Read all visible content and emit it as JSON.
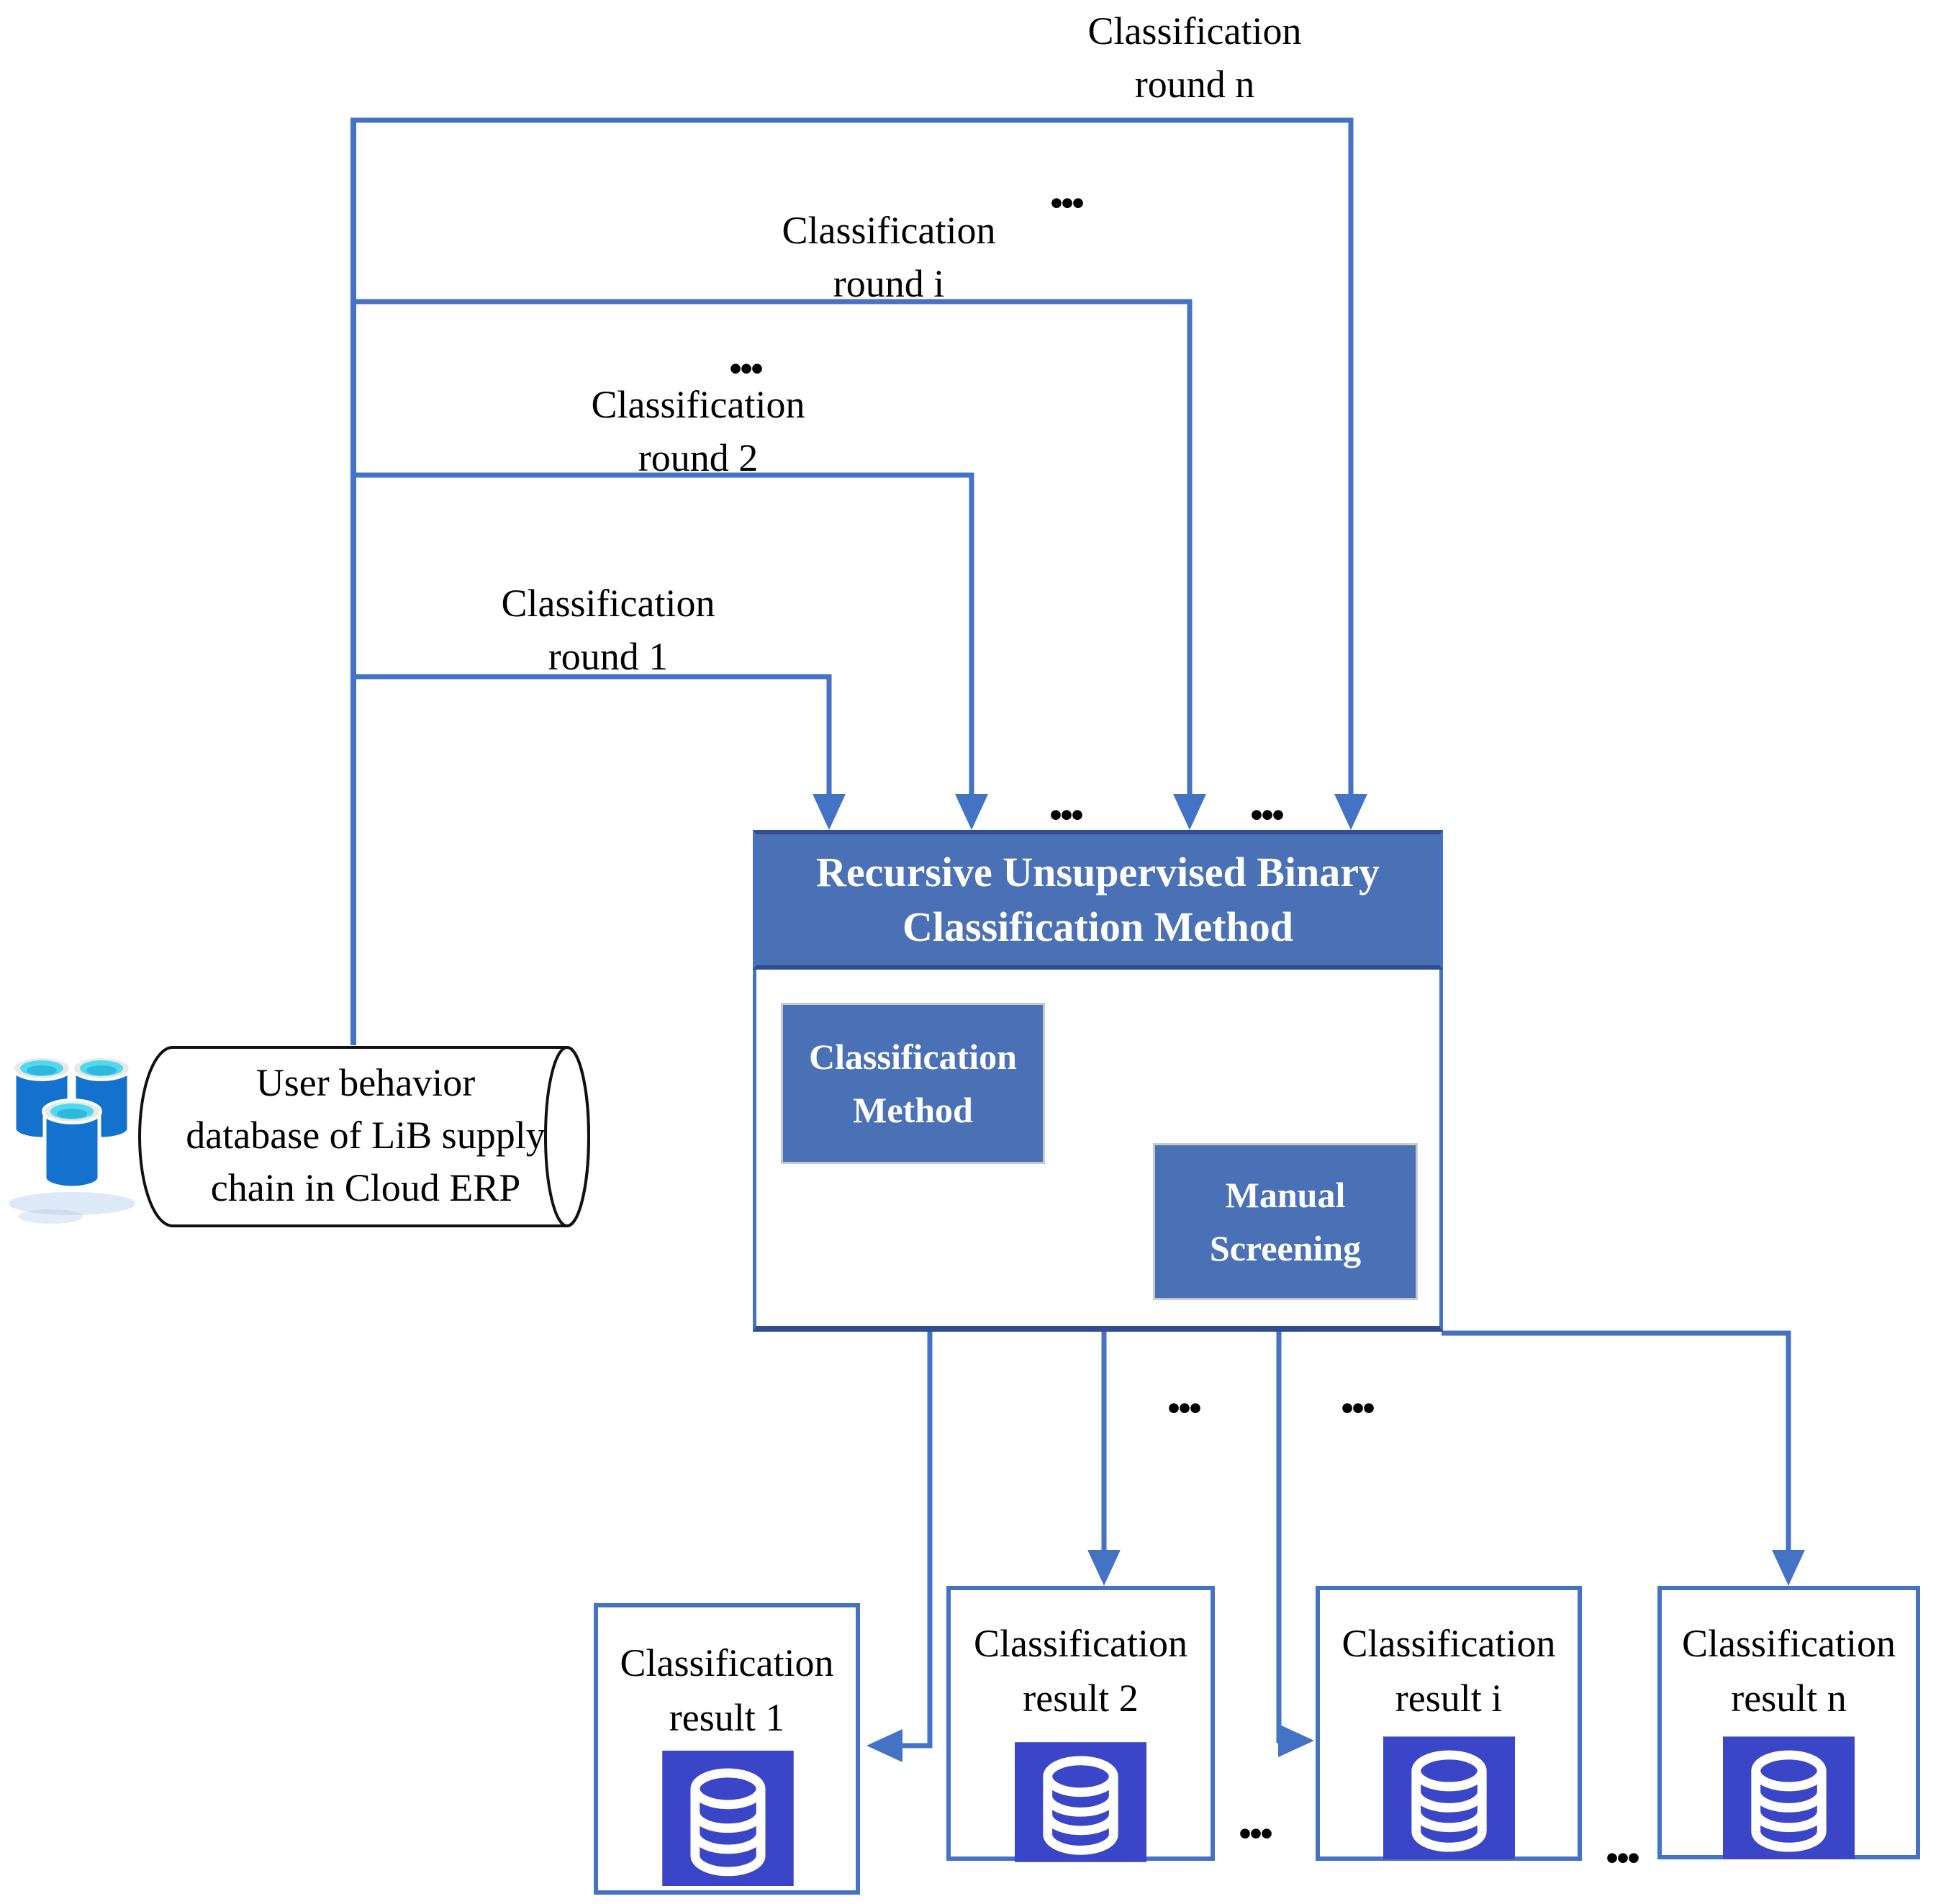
{
  "rounds": [
    {
      "line1": "Classification",
      "line2": "round 1"
    },
    {
      "line1": "Classification",
      "line2": "round 2"
    },
    {
      "line1": "Classification",
      "line2": "round i"
    },
    {
      "line1": "Classification",
      "line2": "round n"
    }
  ],
  "central": {
    "title_line1": "Recursive Unsupervised Binary",
    "title_line2": "Classification Method",
    "method_line1": "Classification",
    "method_line2": "Method",
    "screening_line1": "Manual",
    "screening_line2": "Screening"
  },
  "source_db": {
    "line1": "User behavior",
    "line2": "database of LiB supply",
    "line3": "chain in Cloud ERP"
  },
  "results": [
    {
      "line1": "Classification",
      "line2": "result 1"
    },
    {
      "line1": "Classification",
      "line2": "result 2"
    },
    {
      "line1": "Classification",
      "line2": "result i"
    },
    {
      "line1": "Classification",
      "line2": "result n"
    }
  ],
  "symbols": {
    "ellipsis": "..."
  },
  "colors": {
    "accent": "#4472C4",
    "box_fill": "#4A70B5",
    "box_border_dark": "#2E4E8F",
    "inner_border": "#C9C9C9",
    "icon_bg": "#3B45C8",
    "db_body": "#1272CD",
    "db_top": "#4FD8F0",
    "db_rim": "#E8E8E8",
    "db_shade": "#2CB9DC"
  }
}
